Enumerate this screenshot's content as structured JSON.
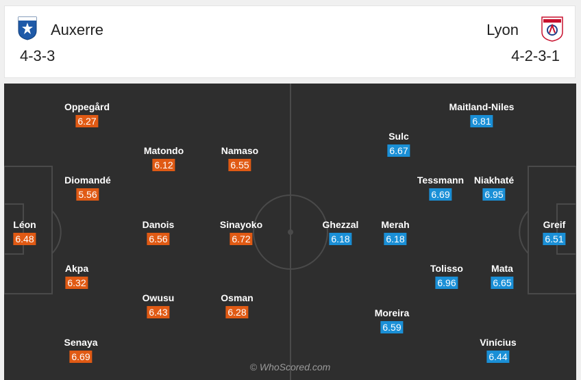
{
  "home": {
    "name": "Auxerre",
    "formation": "4-3-3",
    "color": "#e05a14",
    "players": [
      {
        "name": "Oppegård",
        "rating": "6.27"
      },
      {
        "name": "Matondo",
        "rating": "6.12"
      },
      {
        "name": "Namaso",
        "rating": "6.55"
      },
      {
        "name": "Diomandé",
        "rating": "5.56"
      },
      {
        "name": "Léon",
        "rating": "6.48"
      },
      {
        "name": "Danois",
        "rating": "6.56"
      },
      {
        "name": "Sinayoko",
        "rating": "6.72"
      },
      {
        "name": "Akpa",
        "rating": "6.32"
      },
      {
        "name": "Owusu",
        "rating": "6.43"
      },
      {
        "name": "Osman",
        "rating": "6.28"
      },
      {
        "name": "Senaya",
        "rating": "6.69"
      }
    ]
  },
  "away": {
    "name": "Lyon",
    "formation": "4-2-3-1",
    "color": "#1a8fd6",
    "players": [
      {
        "name": "Maitland-Niles",
        "rating": "6.81"
      },
      {
        "name": "Sulc",
        "rating": "6.67"
      },
      {
        "name": "Tessmann",
        "rating": "6.69"
      },
      {
        "name": "Niakhaté",
        "rating": "6.95"
      },
      {
        "name": "Ghezzal",
        "rating": "6.18"
      },
      {
        "name": "Merah",
        "rating": "6.18"
      },
      {
        "name": "Greif",
        "rating": "6.51"
      },
      {
        "name": "Tolisso",
        "rating": "6.96"
      },
      {
        "name": "Mata",
        "rating": "6.65"
      },
      {
        "name": "Moreira",
        "rating": "6.59"
      },
      {
        "name": "Vinícius",
        "rating": "6.44"
      }
    ]
  },
  "watermark": "© WhoScored.com",
  "icons": {
    "home_crest": "auxerre-crest-icon",
    "away_crest": "lyon-crest-icon"
  }
}
